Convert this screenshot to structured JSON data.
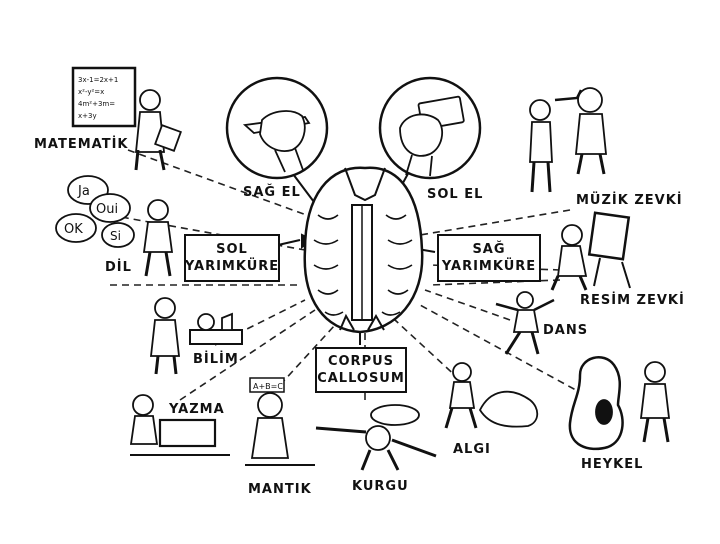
{
  "labels": {
    "matematik": "MATEMATİK",
    "sag_el": "SAĞ EL",
    "sol_el": "SOL EL",
    "muzik": "MÜZİK ZEVKİ",
    "dil": "DİL",
    "resim": "RESİM ZEVKİ",
    "dans": "DANS",
    "bilim": "BİLİM",
    "yazma": "YAZMA",
    "algi": "ALGI",
    "heykel": "HEYKEL",
    "mantik": "MANTIK",
    "kurgu": "KURGU"
  },
  "boxes": {
    "sol_1": "SOL",
    "sol_2": "YARIMKÜRE",
    "sag_1": "SAĞ",
    "sag_2": "YARIMKÜRE",
    "corpus_1": "CORPUS",
    "corpus_2": "CALLOSUM"
  },
  "doodles": {
    "dil_words": [
      "Ja",
      "Oui",
      "OK",
      "Si"
    ],
    "math_board": [
      "3x-1=2x+1",
      "x²-y²=x",
      "4m²+3m=",
      "x+3y"
    ],
    "mantik_sign": "A+B=C"
  }
}
